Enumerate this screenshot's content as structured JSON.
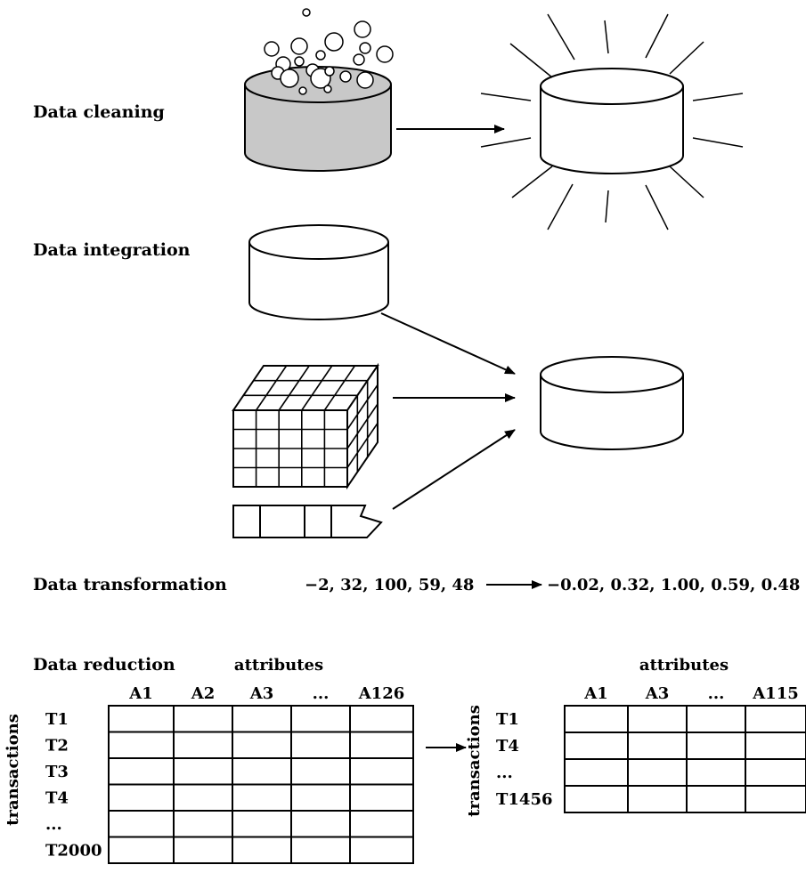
{
  "sections": {
    "cleaning": "Data cleaning",
    "integration": "Data integration",
    "transformation": "Data transformation",
    "reduction": "Data reduction"
  },
  "transformation": {
    "before": "−2, 32, 100, 59, 48",
    "after": "−0.02, 0.32, 1.00, 0.59, 0.48"
  },
  "reduction": {
    "left": {
      "attributes_label": "attributes",
      "transactions_label": "transactions",
      "columns": [
        "A1",
        "A2",
        "A3",
        "...",
        "A126"
      ],
      "rows": [
        "T1",
        "T2",
        "T3",
        "T4",
        "...",
        "T2000"
      ]
    },
    "right": {
      "attributes_label": "attributes",
      "transactions_label": "transactions",
      "columns": [
        "A1",
        "A3",
        "...",
        "A115"
      ],
      "rows": [
        "T1",
        "T4",
        "...",
        "T1456"
      ]
    }
  },
  "colors": {
    "dirty_fill": "#c8c8c8",
    "ink": "#000000"
  },
  "icons": [
    "dirty-database-icon",
    "bubbles-icon",
    "clean-database-icon",
    "shine-rays-icon",
    "database-icon",
    "data-cube-icon",
    "flat-file-icon",
    "arrow-icon"
  ]
}
